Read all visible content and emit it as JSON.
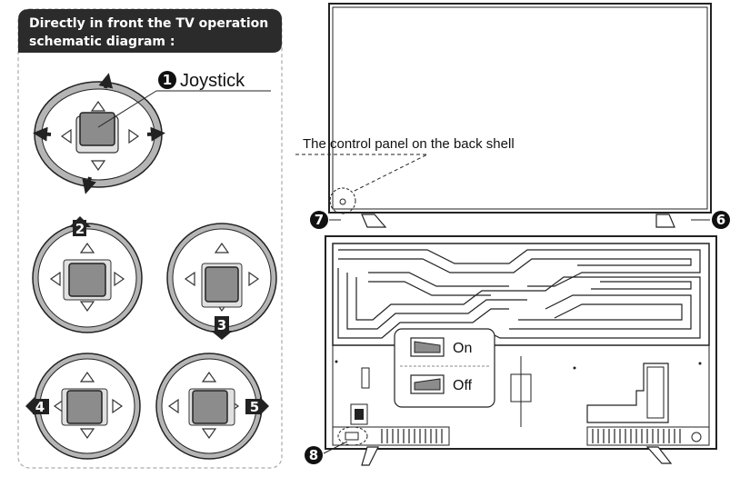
{
  "panel": {
    "header_line1": "Directly in front the TV operation",
    "header_line2": "schematic diagram :"
  },
  "callouts": {
    "joystick_number": "1",
    "joystick_label": "Joystick",
    "up_number": "2",
    "down_number": "3",
    "left_number": "4",
    "right_number": "5",
    "right_foot_number": "6",
    "left_foot_number": "7",
    "power_switch_number": "8"
  },
  "tv": {
    "control_panel_label": "The control panel on the back shell",
    "switch_on_label": "On",
    "switch_off_label": "Off"
  },
  "colors": {
    "header_bg": "#2b2b2b",
    "outline": "#222222",
    "ring_gray": "#b5b5b5",
    "button_gray": "#8c8c8c"
  }
}
